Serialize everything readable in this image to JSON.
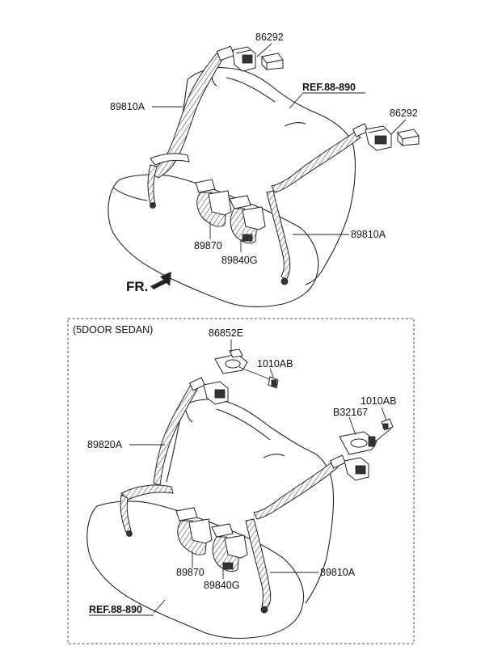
{
  "top": {
    "labels": {
      "guide_1": "86292",
      "guide_2": "86292",
      "ref": "REF.88-890",
      "belt_left": "89810A",
      "belt_right": "89810A",
      "buckle_1": "89870",
      "buckle_2": "89840G"
    },
    "front_marker": "FR."
  },
  "bottom": {
    "variant_label": "(5DOOR SEDAN)",
    "labels": {
      "cover": "86852E",
      "bolt_1": "1010AB",
      "bolt_2": "1010AB",
      "bracket": "B32167",
      "belt_left": "89820A",
      "belt_right": "89810A",
      "buckle_1": "89870",
      "buckle_2": "89840G",
      "ref": "REF.88-890"
    }
  }
}
